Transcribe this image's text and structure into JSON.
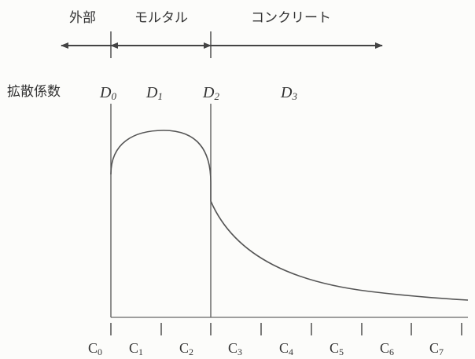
{
  "regions": {
    "outside": "外部",
    "mortar": "モルタル",
    "concrete": "コンクリート"
  },
  "y_axis_label": "拡散係数",
  "boundaries": [
    {
      "letter": "D",
      "sub": "0"
    },
    {
      "letter": "D",
      "sub": "2"
    }
  ],
  "region_coefficients": [
    {
      "letter": "D",
      "sub": "1"
    },
    {
      "letter": "D",
      "sub": "3"
    }
  ],
  "bottom_labels": [
    {
      "letter": "C",
      "sub": "0"
    },
    {
      "letter": "C",
      "sub": "1"
    },
    {
      "letter": "C",
      "sub": "2"
    },
    {
      "letter": "C",
      "sub": "3"
    },
    {
      "letter": "C",
      "sub": "4"
    },
    {
      "letter": "C",
      "sub": "5"
    },
    {
      "letter": "C",
      "sub": "6"
    },
    {
      "letter": "C",
      "sub": "7"
    }
  ],
  "colors": {
    "ink": "#333333",
    "background": "#fcfcfa"
  }
}
